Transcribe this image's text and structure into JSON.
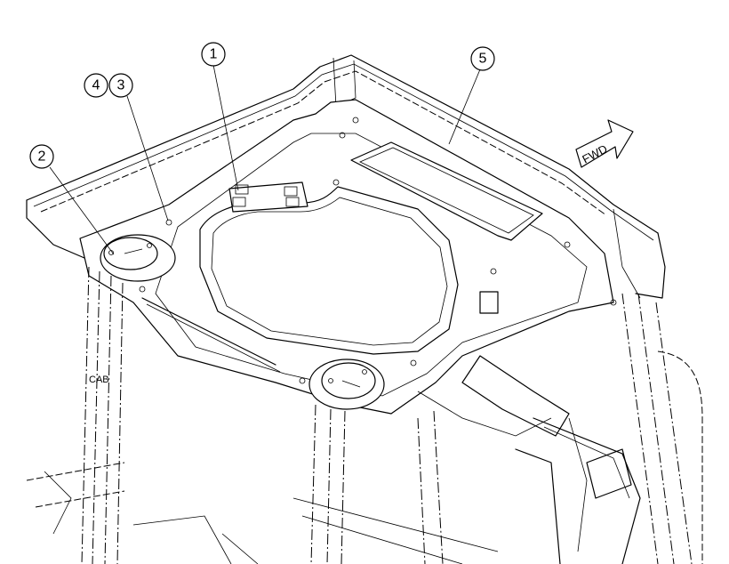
{
  "callouts": {
    "c1": "1",
    "c2": "2",
    "c3": "3",
    "c4": "4",
    "c5": "5"
  },
  "labels": {
    "cab": "CAB",
    "direction": "FWD"
  }
}
